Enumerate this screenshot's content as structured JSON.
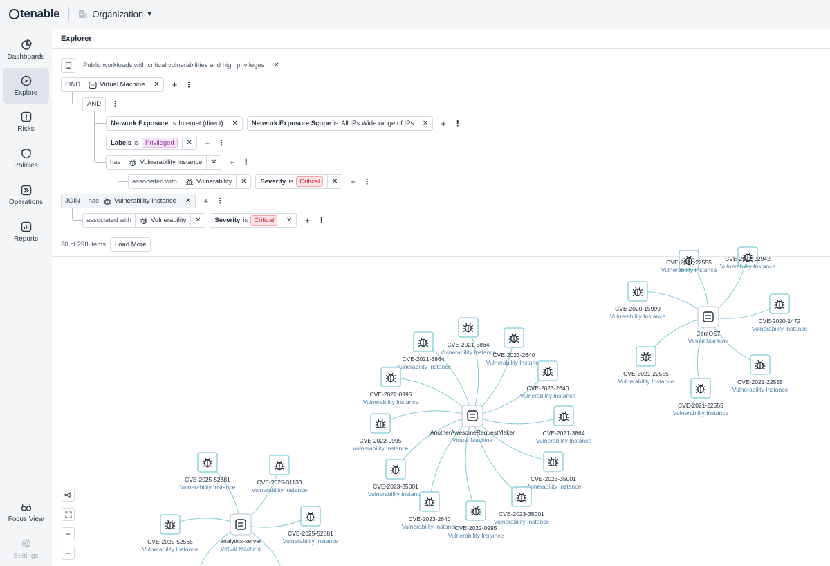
{
  "topbar": {
    "brand": "tenable",
    "org_label": "Organization"
  },
  "sidebar": {
    "items": [
      {
        "label": "Dashboards",
        "icon": "pie-chart-icon"
      },
      {
        "label": "Explore",
        "icon": "compass-icon",
        "active": true
      },
      {
        "label": "Risks",
        "icon": "alert-square-icon"
      },
      {
        "label": "Policies",
        "icon": "shield-icon"
      },
      {
        "label": "Operations",
        "icon": "chevrons-right-icon"
      },
      {
        "label": "Reports",
        "icon": "report-icon"
      }
    ],
    "bottom": [
      {
        "label": "Focus View",
        "icon": "glasses-icon"
      },
      {
        "label": "Settings",
        "icon": "gear-icon",
        "disabled": true
      }
    ]
  },
  "explorer": {
    "title": "Explorer",
    "saved_query": "Public workloads with critical vulnerabilities and high privileges",
    "find_kw": "FIND",
    "find_entity": "Virtual Machine",
    "and_kw": "AND",
    "net_exposure": {
      "field": "Network Exposure",
      "op": "is",
      "value": "Internet (direct)"
    },
    "net_scope": {
      "field": "Network Exposure Scope",
      "op": "is",
      "value": "All IPs Wide range of IPs"
    },
    "labels": {
      "field": "Labels",
      "op": "is",
      "value": "Privileged"
    },
    "has_kw": "has",
    "vuln_instance": "Vulnerability Instance",
    "assoc_kw": "associated with",
    "vuln": "Vulnerability",
    "severity": {
      "field": "Severity",
      "op": "is",
      "value": "Critical"
    },
    "join_kw": "JOIN",
    "items_count": "30 of 298 items",
    "load_more": "Load More"
  },
  "graph": {
    "zoom_controls": [
      "layout-icon",
      "fit-icon",
      "zoom-in-icon",
      "zoom-out-icon"
    ],
    "vm_subtitle": "Virtual Machine",
    "vi_subtitle": "Vulnerability Instance",
    "clusters": [
      {
        "vm": "AnotherAwesomeRequestMaker",
        "instances": [
          "CVE-2021-3864",
          "CVE-2023-2640",
          "CVE-2021-3864",
          "CVE-2023-2640",
          "CVE-2022-0995",
          "CVE-2021-3864",
          "CVE-2022-0995",
          "CVE-2023-35001",
          "CVE-2023-35001",
          "CVE-2023-2640",
          "CVE-2022-0995",
          "CVE-2023-35001"
        ]
      },
      {
        "vm": "CentOS7",
        "instances": [
          "CVE-2021-22555",
          "CVE-2022-22942",
          "CVE-2020-15999",
          "CVE-2020-1472",
          "CVE-2021-22555",
          "CVE-2021-22555",
          "CVE-2021-22555"
        ]
      },
      {
        "vm": "analytics-server",
        "instances": [
          "CVE-2025-52881",
          "CVE-2025-31133",
          "CVE-2025-52565",
          "CVE-2025-52881"
        ]
      }
    ]
  }
}
